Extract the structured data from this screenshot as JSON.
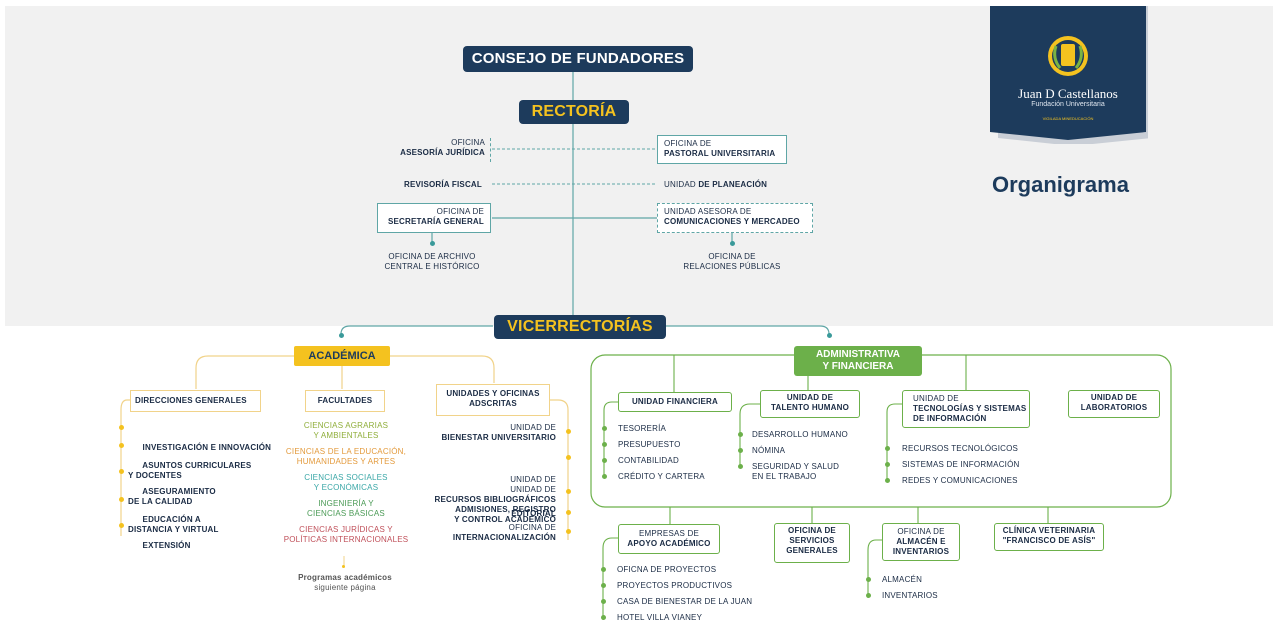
{
  "header": {
    "consejo": "CONSEJO DE FUNDADORES",
    "rectoria": "RECTORÍA",
    "vicerrectorias": "VICERRECTORÍAS"
  },
  "rectoria_units": {
    "asesoria_line1": "OFICINA",
    "asesoria_line2": "ASESORÍA JURÍDICA",
    "pastoral_line1": "OFICINA DE",
    "pastoral_line2": "PASTORAL UNIVERSITARIA",
    "revisoria": "REVISORÍA FISCAL",
    "planeacion_prefix": "UNIDAD",
    "planeacion_bold": "DE PLANEACIÓN",
    "secretaria_line1": "OFICINA DE",
    "secretaria_line2": "SECRETARÍA GENERAL",
    "comunicaciones_line1": "UNIDAD ASESORA DE",
    "comunicaciones_line2": "COMUNICACIONES Y MERCADEO",
    "archivo_line1": "OFICINA DE ARCHIVO",
    "archivo_line2": "CENTRAL E HISTÓRICO",
    "relaciones_line1": "OFICINA DE",
    "relaciones_line2": "RELACIONES PÚBLICAS"
  },
  "logo": {
    "name_line1": "Juan D Castellanos",
    "name_line2": "Fundación Universitaria",
    "tagline": "VIGILADA MINEDUCACIÓN",
    "title": "Organigrama"
  },
  "academica": {
    "title": "ACADÉMICA",
    "direcciones_title": "DIRECCIONES GENERALES",
    "direcciones": [
      "INVESTIGACIÓN E INNOVACIÓN",
      "ASUNTOS CURRICULARES\nY DOCENTES",
      "ASEGURAMIENTO\nDE LA CALIDAD",
      "EDUCACIÓN A\nDISTANCIA Y VIRTUAL",
      "EXTENSIÓN"
    ],
    "facultades_title": "FACULTADES",
    "facultades": [
      {
        "text": "CIENCIAS AGRARIAS\nY AMBIENTALES",
        "color": "#8fae3a"
      },
      {
        "text": "CIENCIAS DE LA EDUCACIÓN,\nHUMANIDADES Y ARTES",
        "color": "#e39a3c"
      },
      {
        "text": "CIENCIAS SOCIALES\nY ECONÓMICAS",
        "color": "#3aa7a7"
      },
      {
        "text": "INGENIERÍA Y\nCIENCIAS BÁSICAS",
        "color": "#4a9a55"
      },
      {
        "text": "CIENCIAS JURÍDICAS Y\nPOLÍTICAS INTERNACIONALES",
        "color": "#c0505a"
      }
    ],
    "programas_bold": "Programas académicos",
    "programas_sub": "siguiente página",
    "unidades_title": "UNIDADES Y OFICINAS\nADSCRITAS",
    "unidades": [
      {
        "pre": "UNIDAD DE",
        "bold": "BIENESTAR UNIVERSITARIO"
      },
      {
        "pre": "UNIDAD DE",
        "bold": "ADMISIONES, REGISTRO\nY CONTROL ACADÉMICO"
      },
      {
        "pre": "UNIDAD DE",
        "bold": "RECURSOS BIBLIOGRÁFICOS"
      },
      {
        "pre": "",
        "bold": "EDITORIAL"
      },
      {
        "pre": "OFICINA DE",
        "bold": "INTERNACIONALIZACIÓN"
      }
    ]
  },
  "administrativa": {
    "title": "ADMINISTRATIVA\nY FINANCIERA",
    "financiera_title": "UNIDAD FINANCIERA",
    "financiera": [
      "TESORERÍA",
      "PRESUPUESTO",
      "CONTABILIDAD",
      "CRÉDITO Y CARTERA"
    ],
    "talento_title": "UNIDAD DE\nTALENTO HUMANO",
    "talento": [
      "DESARROLLO HUMANO",
      "NÓMINA",
      "SEGURIDAD Y SALUD\nEN EL TRABAJO"
    ],
    "tecnologias_title_pre": "UNIDAD DE",
    "tecnologias_title_bold": "TECNOLOGÍAS Y SISTEMAS\nDE INFORMACIÓN",
    "tecnologias": [
      "RECURSOS TECNOLÓGICOS",
      "SISTEMAS DE INFORMACIÓN",
      "REDES Y COMUNICACIONES"
    ],
    "laboratorios_title": "UNIDAD DE\nLABORATORIOS",
    "empresas_title_pre": "EMPRESAS DE",
    "empresas_title_bold": "APOYO ACADÉMICO",
    "empresas": [
      "OFICNA DE PROYECTOS",
      "PROYECTOS PRODUCTIVOS",
      "CASA DE BIENESTAR DE LA JUAN",
      "HOTEL VILLA VIANEY"
    ],
    "servicios_title": "OFICINA DE\nSERVICIOS\nGENERALES",
    "almacen_title_pre": "OFICINA DE",
    "almacen_title_bold": "ALMACÉN E\nINVENTARIOS",
    "almacen": [
      "ALMACÉN",
      "INVENTARIOS"
    ],
    "clinica_title": "CLÍNICA VETERINARIA\n\"FRANCISCO DE ASÍS\""
  },
  "colors": {
    "navy": "#1d3b5c",
    "teal": "#5fa6a6",
    "gold": "#f4c21f",
    "green": "#6cb04a",
    "background_band": "#f1f1f1"
  }
}
